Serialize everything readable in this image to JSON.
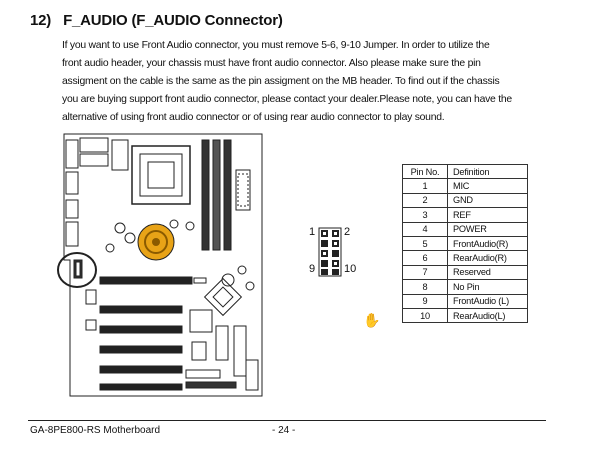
{
  "section": {
    "number": "12)",
    "title": "F_AUDIO (F_AUDIO Connector)"
  },
  "body_lines": [
    "If you want to use Front Audio connector, you must remove 5-6, 9-10 Jumper. In order to utilize the",
    "front audio header, your chassis must have front audio connector. Also please make sure the pin",
    "assigment on the cable is the same as the pin assigment on the MB header. To find out if the chassis",
    "you are buying support front audio connector, please contact your dealer.Please note, you can have the",
    "alternative of using front audio connector or of using rear audio connector to play sound."
  ],
  "connector_labels": {
    "pin1": "1",
    "pin2": "2",
    "pin9": "9",
    "pin10": "10"
  },
  "pin_table": {
    "headers": [
      "Pin No.",
      "Definition"
    ],
    "rows": [
      [
        "1",
        "MIC"
      ],
      [
        "2",
        "GND"
      ],
      [
        "3",
        "REF"
      ],
      [
        "4",
        "POWER"
      ],
      [
        "5",
        "FrontAudio(R)"
      ],
      [
        "6",
        "RearAudio(R)"
      ],
      [
        "7",
        "Reserved"
      ],
      [
        "8",
        "No Pin"
      ],
      [
        "9",
        "FrontAudio (L)"
      ],
      [
        "10",
        "RearAudio(L)"
      ]
    ]
  },
  "footer": {
    "model": "GA-8PE800-RS Motherboard",
    "page": "- 24 -"
  },
  "colors": {
    "cpu_fan": "#e8a317",
    "text": "#111111"
  }
}
